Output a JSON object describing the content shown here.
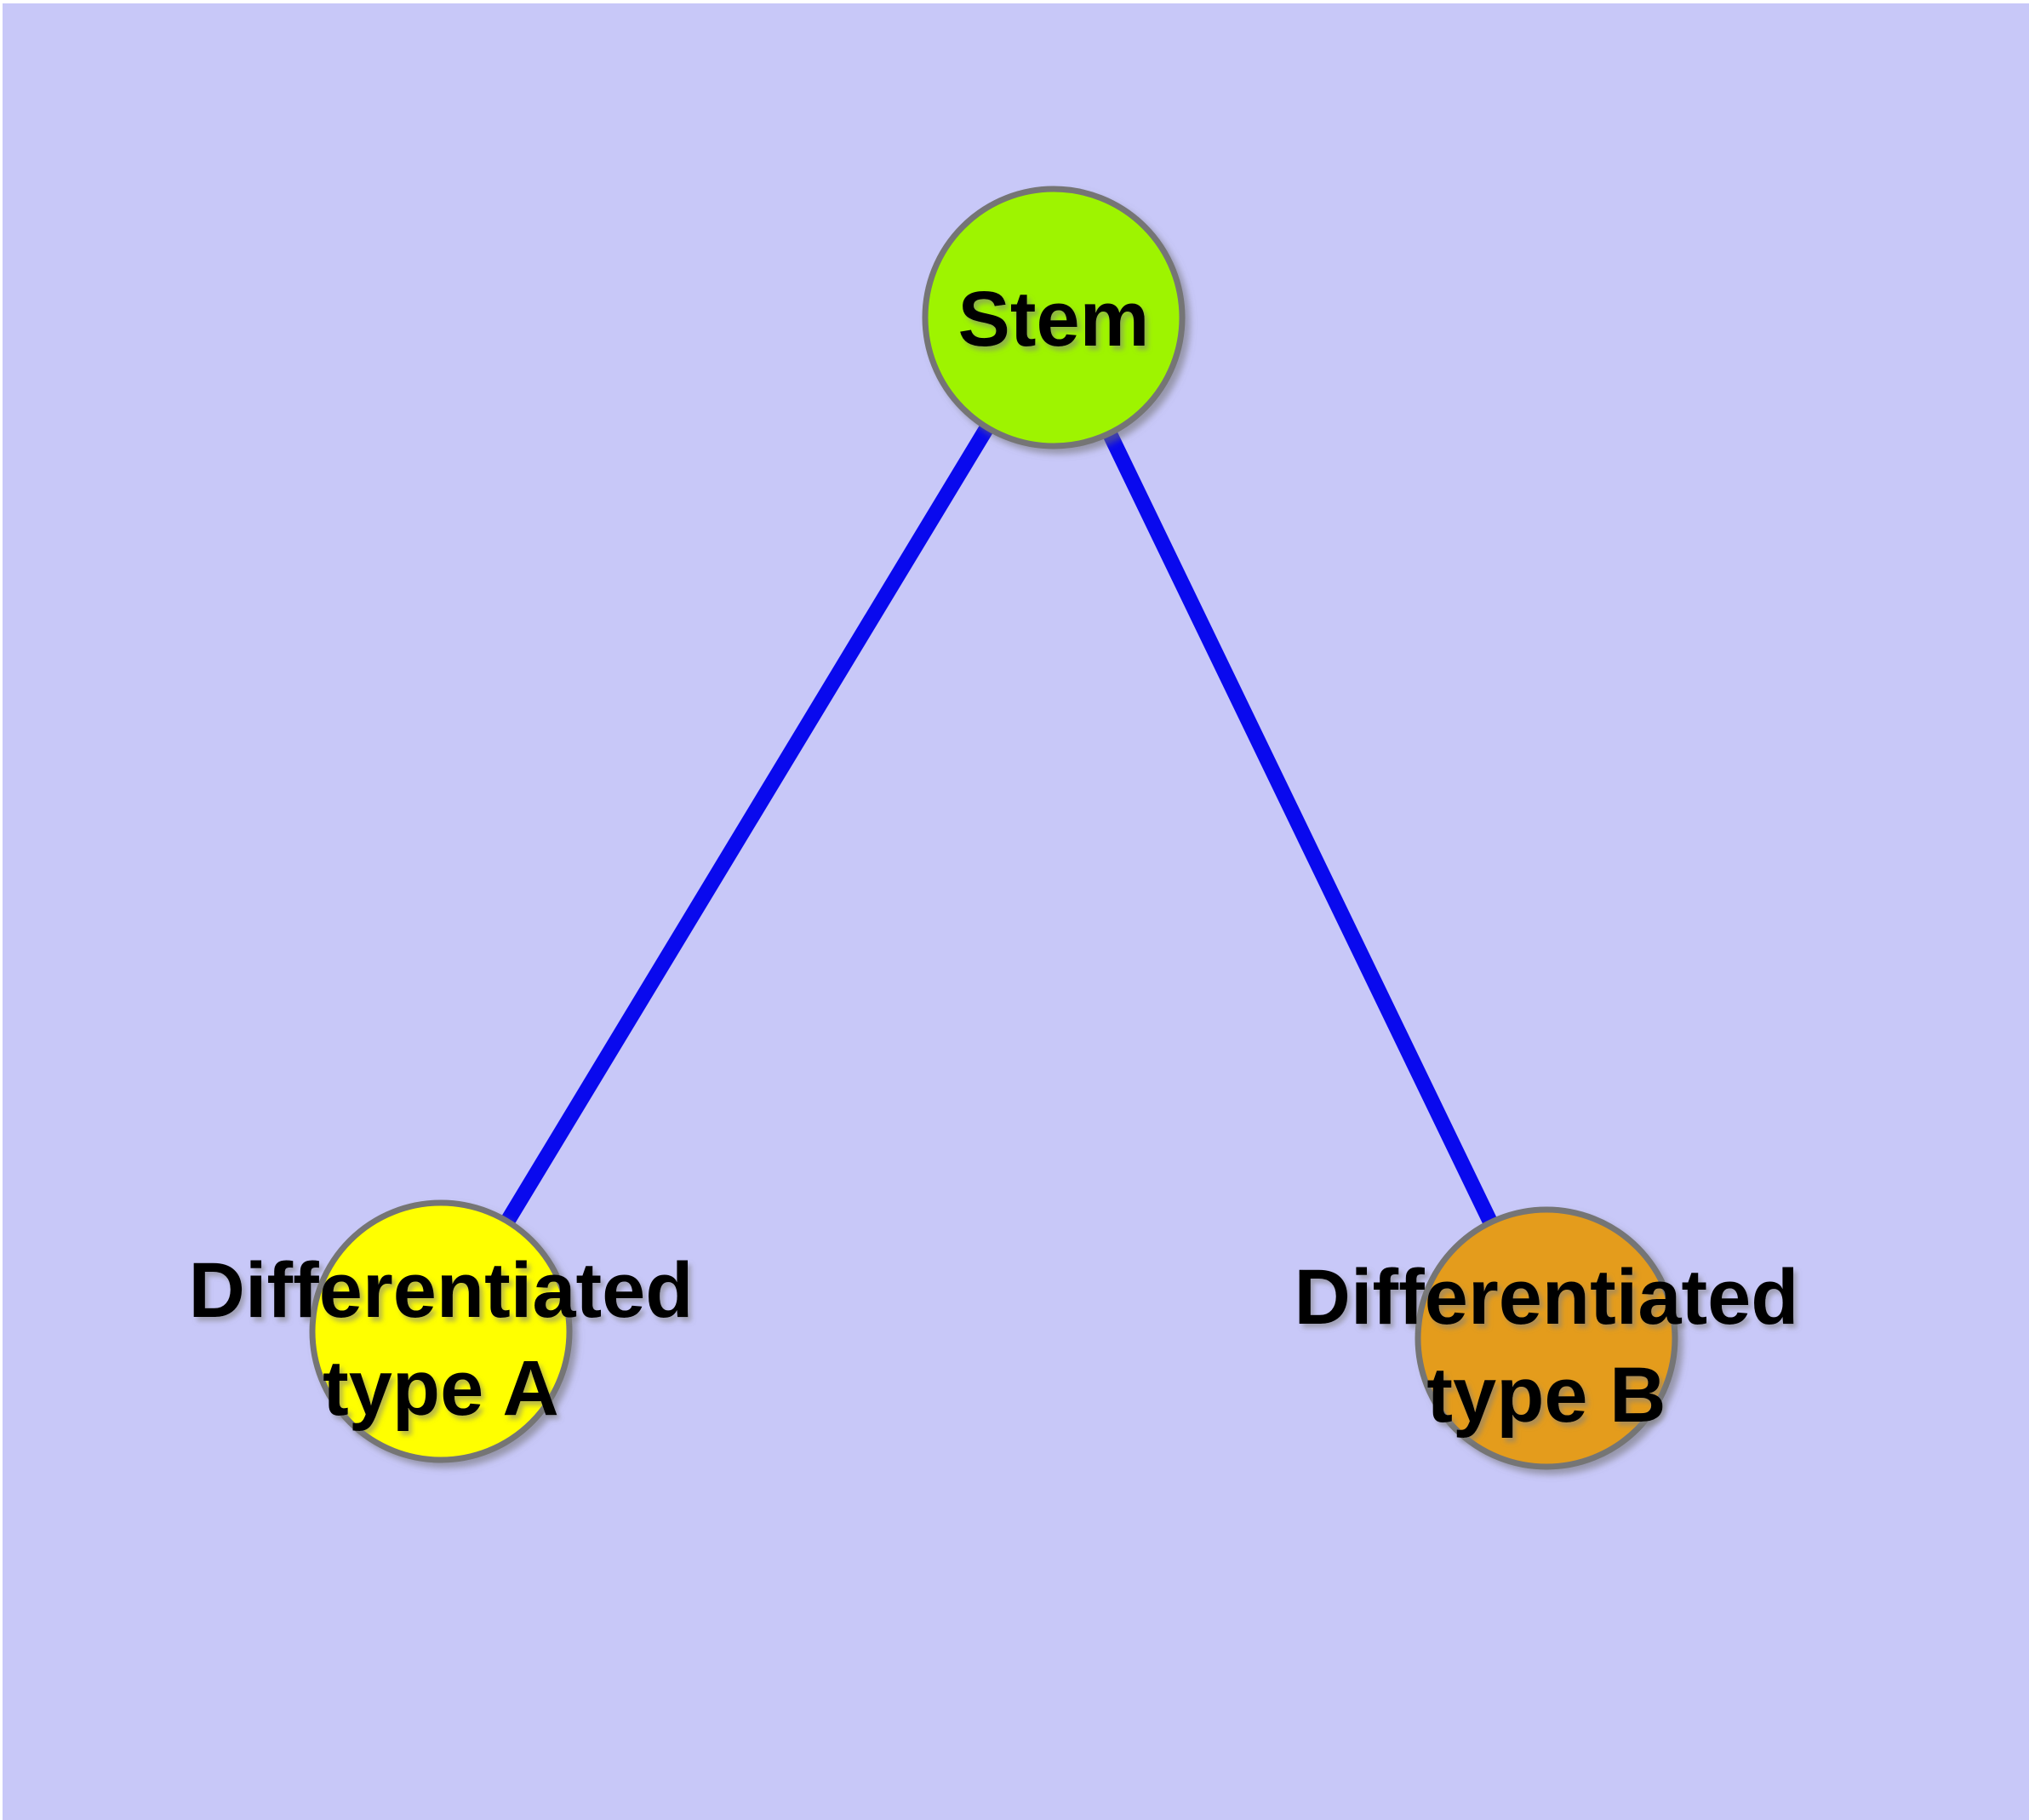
{
  "diagram": {
    "background_color": "#C8C8F8",
    "node_border_color": "#747474",
    "label_color": "#000000",
    "edge_style": {
      "color": "#0909EE"
    },
    "nodes": [
      {
        "id": "stem",
        "label": "Stem",
        "fill": "#9EF400"
      },
      {
        "id": "differentiated-type-a",
        "label": "Differentiated type A",
        "label_line1": "Differentiated",
        "label_line2": "type A",
        "fill": "#FFFF00"
      },
      {
        "id": "differentiated-type-b",
        "label": "Differentiated type B",
        "label_line1": "Differentiated",
        "label_line2": "type B",
        "fill": "#E49C1E"
      }
    ],
    "edges": [
      {
        "from": "Stem",
        "to": "Differentiated type A"
      },
      {
        "from": "Stem",
        "to": "Differentiated type B"
      }
    ]
  }
}
